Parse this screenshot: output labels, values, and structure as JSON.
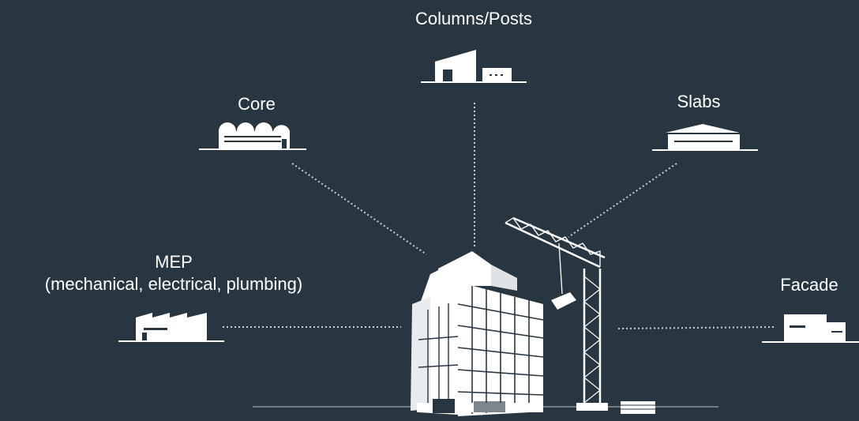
{
  "nodes": {
    "columns": {
      "label": "Columns/Posts"
    },
    "core": {
      "label": "Core"
    },
    "slabs": {
      "label": "Slabs"
    },
    "mep": {
      "label_line1": "MEP",
      "label_line2": "(mechanical, electrical, plumbing)"
    },
    "facade": {
      "label": "Facade"
    }
  },
  "colors": {
    "background": "#283641",
    "foreground": "#ffffff",
    "connector": "#c9d0d5"
  },
  "icons": {
    "columns": "factory-tall-icon",
    "core": "domed-warehouse-icon",
    "slabs": "gabled-warehouse-icon",
    "mep": "sawtooth-factory-icon",
    "facade": "office-block-icon",
    "center": "building-under-construction-icon",
    "crane": "tower-crane-icon"
  }
}
